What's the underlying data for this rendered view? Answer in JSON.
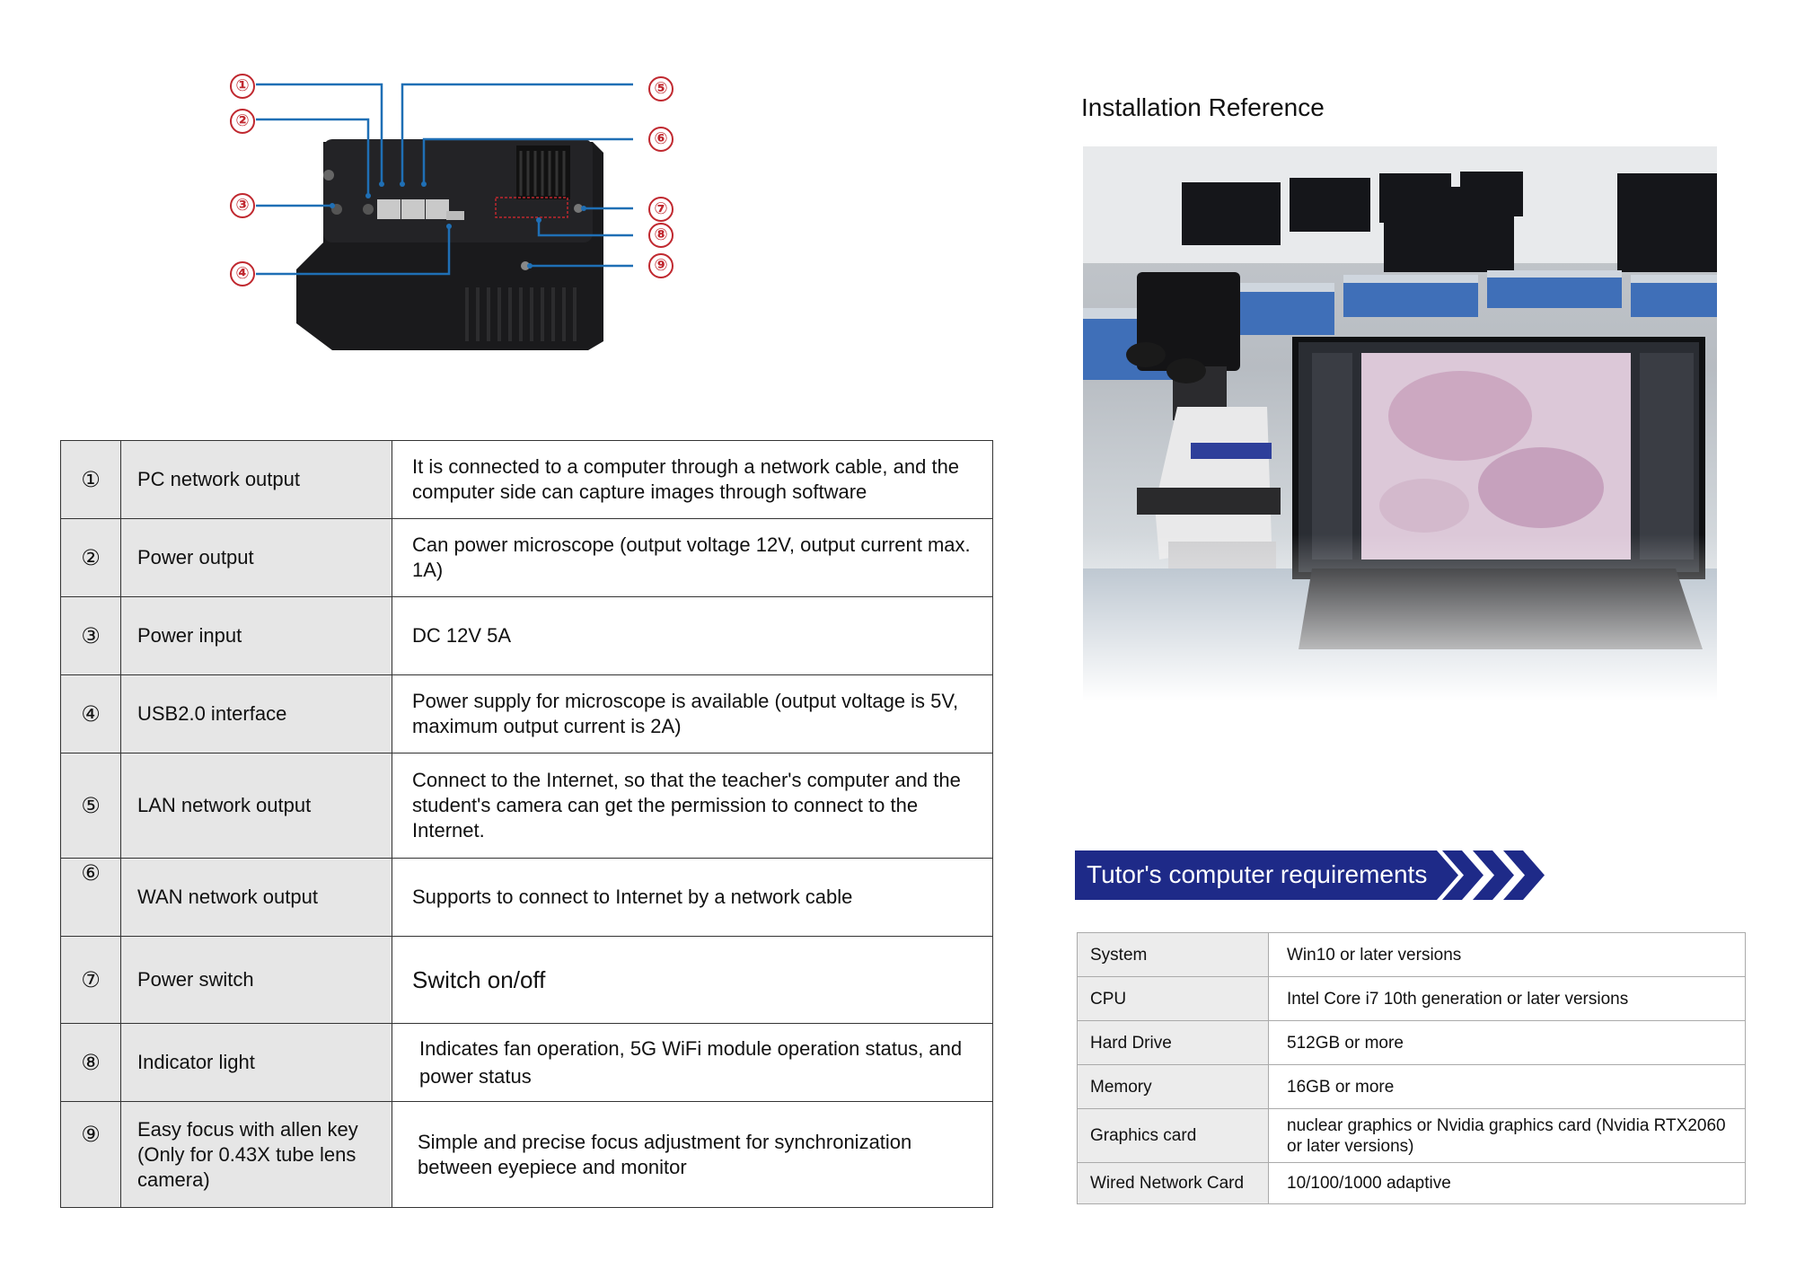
{
  "diagram": {
    "callouts": [
      "①",
      "②",
      "③",
      "④",
      "⑤",
      "⑥",
      "⑦",
      "⑧",
      "⑨"
    ]
  },
  "spec_table": {
    "rows": [
      {
        "num": "①",
        "name": "PC network output",
        "desc": "It is connected to a computer through a network cable, and the computer side can capture images through software"
      },
      {
        "num": "②",
        "name": "Power output",
        "desc": "Can power microscope (output voltage 12V, output current max. 1A)"
      },
      {
        "num": "③",
        "name": "Power input",
        "desc": "DC 12V 5A"
      },
      {
        "num": "④",
        "name": "USB2.0 interface",
        "desc": "Power supply for microscope is available (output voltage is 5V, maximum output current is 2A)"
      },
      {
        "num": "⑤",
        "name": "LAN network output",
        "desc": "Connect to the Internet, so that the teacher's computer and the student's camera can get the permission to connect to the Internet."
      },
      {
        "num": "⑥",
        "name": "WAN network output",
        "desc": "Supports to connect to Internet by a network cable"
      },
      {
        "num": "⑦",
        "name": "Power switch",
        "desc": "Switch on/off"
      },
      {
        "num": "⑧",
        "name": "Indicator light",
        "desc": "Indicates fan operation, 5G WiFi module operation status, and power status"
      },
      {
        "num": "⑨",
        "name": "Easy focus with allen key (Only for 0.43X tube lens camera)",
        "desc": "Simple and precise focus adjustment for synchronization between eyepiece and monitor"
      }
    ]
  },
  "installation": {
    "title": "Installation Reference"
  },
  "requirements": {
    "title": "Tutor's computer requirements",
    "rows": [
      {
        "key": "System",
        "value": "Win10 or later versions"
      },
      {
        "key": "CPU",
        "value": "Intel Core i7 10th generation or later versions"
      },
      {
        "key": "Hard Drive",
        "value": "512GB or more"
      },
      {
        "key": "Memory",
        "value": "16GB or more"
      },
      {
        "key": "Graphics card",
        "value": "nuclear graphics or Nvidia graphics card (Nvidia RTX2060 or later versions)"
      },
      {
        "key": "Wired Network Card",
        "value": "10/100/1000 adaptive"
      }
    ]
  },
  "colors": {
    "callout_red": "#c0282f",
    "leader_blue": "#1f6fb5",
    "banner_navy": "#1e2a88",
    "table_header_gray": "#e6e6e6"
  }
}
